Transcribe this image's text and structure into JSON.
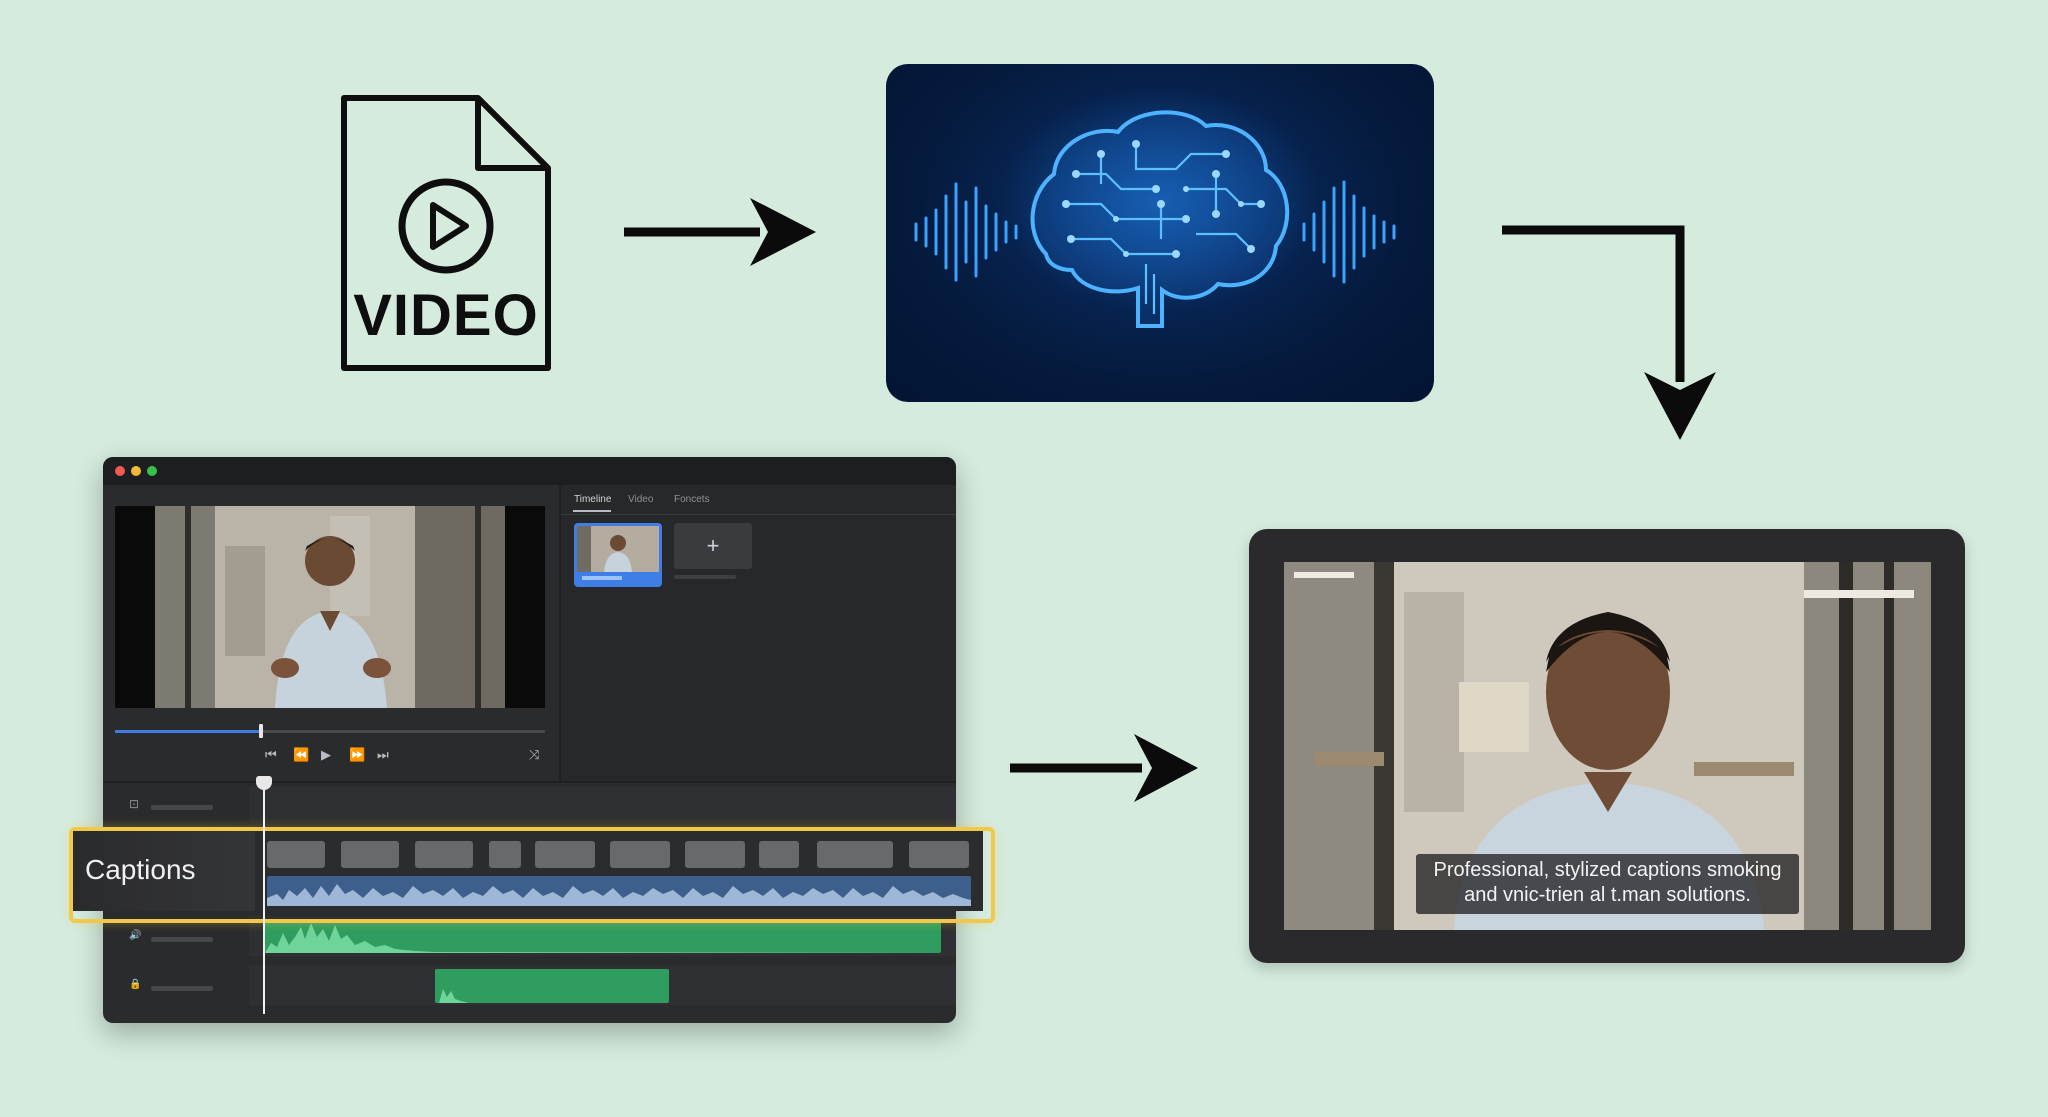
{
  "video_file": {
    "label": "VIDEO",
    "icon": "video-file-icon"
  },
  "ai_card": {
    "icon": "ai-brain-icon",
    "accent": "#2a8cff"
  },
  "editor": {
    "tabs": [
      "Timeline",
      "Video",
      "Foncets"
    ],
    "add_symbol": "+",
    "controls": {
      "skip_back": "⏮",
      "rewind": "⏪",
      "play": "▶",
      "fast_forward": "⏩",
      "skip_forward": "⏭",
      "shuffle": "⤨"
    },
    "progress": 0.34,
    "tracks": {
      "captions_label": "Captions",
      "track_icons": [
        "⊡",
        "🔊",
        "🔒"
      ]
    },
    "colors": {
      "highlight": "#f1c84a",
      "audio_green": "#2f9d5e",
      "progress_blue": "#3d7be0"
    }
  },
  "output": {
    "caption_line_1": "Professional, stylized captions smoking",
    "caption_line_2": "and vnic-trien al t.man solutions."
  }
}
